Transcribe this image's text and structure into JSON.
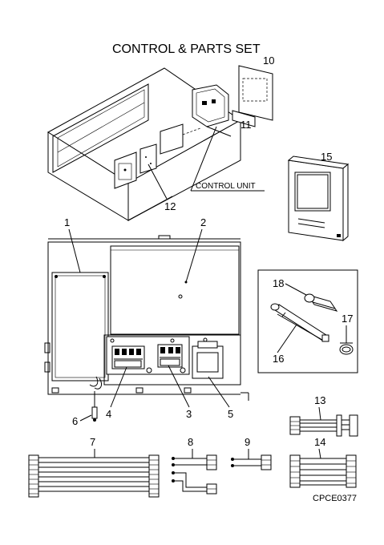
{
  "title": "CONTROL & PARTS SET",
  "control_unit_label": "CONTROL UNIT",
  "drawing_code": "CPCE0377",
  "callouts": {
    "p1": "1",
    "p2": "2",
    "p3": "3",
    "p4": "4",
    "p5": "5",
    "p6": "6",
    "p7": "7",
    "p8": "8",
    "p9": "9",
    "p10": "10",
    "p11": "11",
    "p12": "12",
    "p13": "13",
    "p14": "14",
    "p15": "15",
    "p16": "16",
    "p17": "17",
    "p18": "18"
  }
}
